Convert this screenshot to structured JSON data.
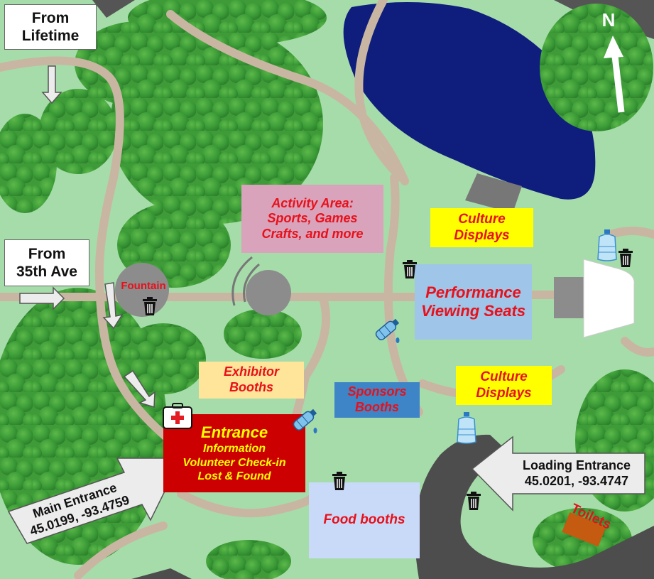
{
  "compass": {
    "letter": "N"
  },
  "signs": {
    "from_lifetime": [
      "From",
      "Lifetime"
    ],
    "from_35th": [
      "From",
      "35th Ave"
    ],
    "main_entrance": {
      "title": "Main Entrance",
      "coords": "45.0199, -93.4759"
    },
    "loading_entrance": {
      "title": "Loading Entrance",
      "coords": "45.0201, -93.4747"
    }
  },
  "areas": {
    "activity": [
      "Activity Area:",
      "Sports, Games",
      "Crafts, and more"
    ],
    "culture_top": [
      "Culture",
      "Displays"
    ],
    "culture_bottom": [
      "Culture",
      "Displays"
    ],
    "performance": [
      "Performance",
      "Viewing Seats"
    ],
    "exhibitor": [
      "Exhibitor",
      "Booths"
    ],
    "sponsors": [
      "Sponsors",
      "Booths"
    ],
    "entrance": {
      "title": "Entrance",
      "lines": [
        "Information",
        "Volunteer Check-in",
        "Lost & Found"
      ]
    },
    "food": "Food booths",
    "fountain": "Fountain",
    "toilets": "Toilets"
  },
  "colors": {
    "grass": "#a6dcaa",
    "lake": "#0f1e7d",
    "path": "#c9b6a2",
    "road": "#4d4d4d",
    "entrance_bg": "#cc0000",
    "activity_bg": "#d9a3bb",
    "culture_bg": "#ffff00",
    "performance_bg": "#9fc5e8",
    "exhibitor_bg": "#ffe599",
    "sponsors_bg": "#3d85c6",
    "food_bg": "#c9daf8",
    "label_red": "#e8101a"
  },
  "icons": {
    "trash": "trash-can-icon",
    "water_bottle": "water-bottle-icon",
    "water_jug": "water-jug-icon",
    "first_aid": "first-aid-kit-icon",
    "direction_arrow": "direction-arrow-icon"
  }
}
